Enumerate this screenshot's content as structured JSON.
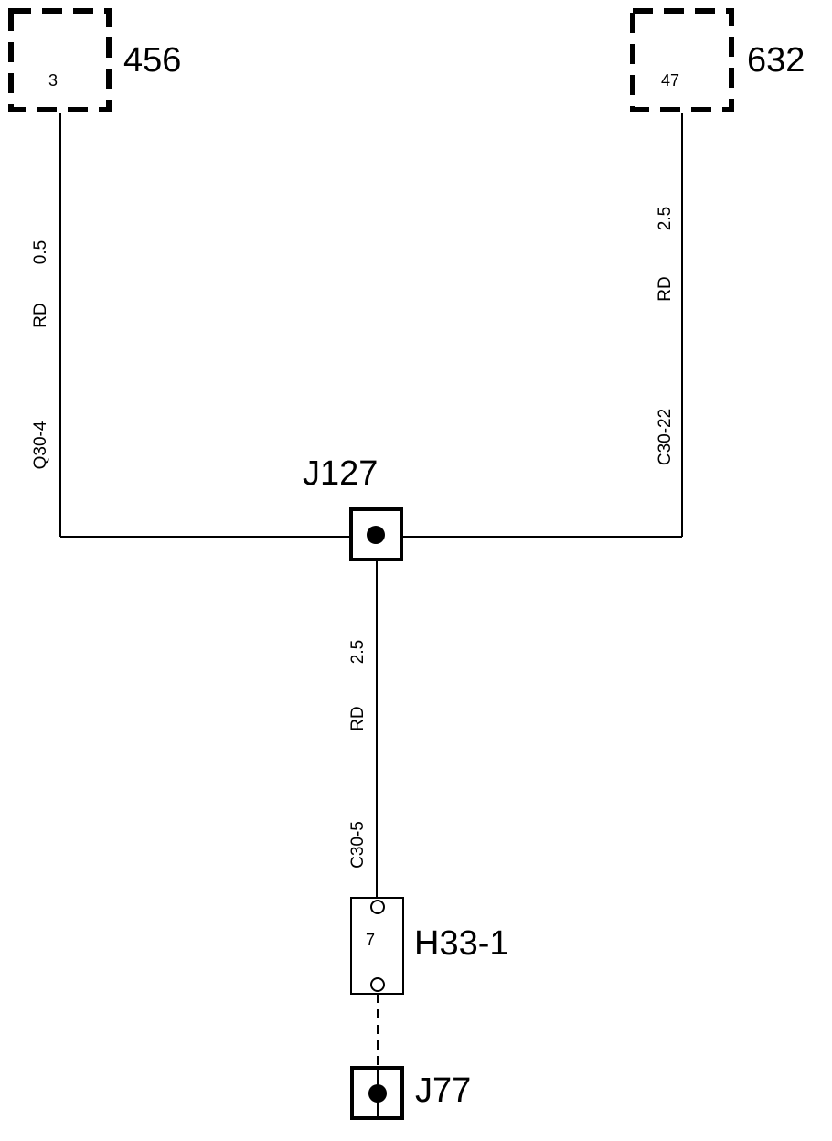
{
  "components": {
    "c456": {
      "label": "456",
      "pin": "3"
    },
    "c632": {
      "label": "632",
      "pin": "47"
    },
    "j127": {
      "label": "J127"
    },
    "h33": {
      "label": "H33-1",
      "pin": "7"
    },
    "j77": {
      "label": "J77"
    }
  },
  "wires": {
    "left": {
      "size": "0.5",
      "color": "RD",
      "id": "Q30-4"
    },
    "right": {
      "size": "2.5",
      "color": "RD",
      "id": "C30-22"
    },
    "center": {
      "size": "2.5",
      "color": "RD",
      "id": "C30-5"
    }
  }
}
